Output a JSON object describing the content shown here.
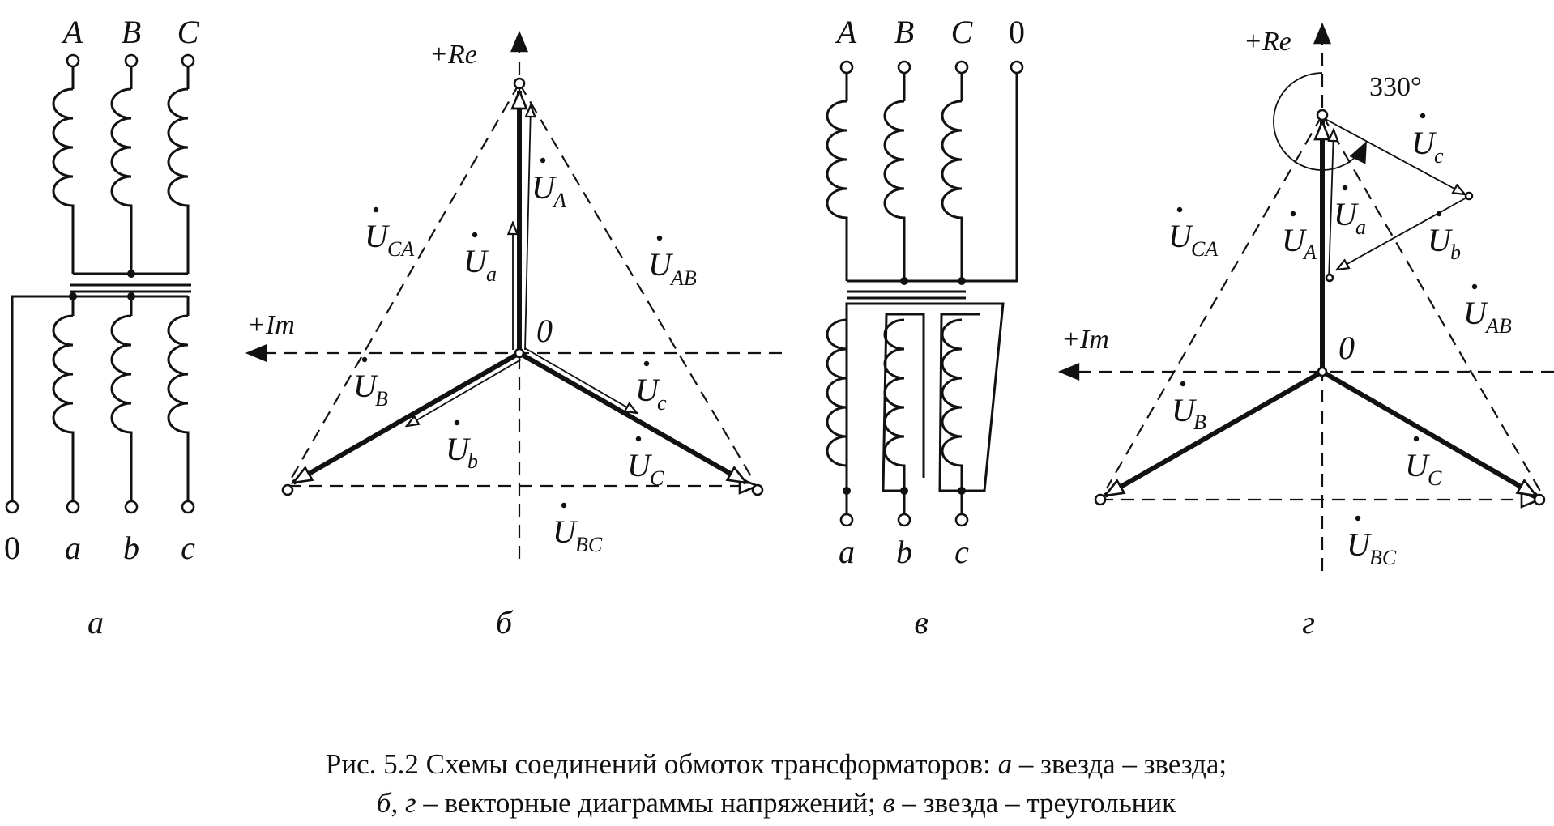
{
  "panels": {
    "a": {
      "terminals_top": [
        "A",
        "B",
        "C"
      ],
      "terminals_bottom": [
        "0",
        "a",
        "b",
        "c"
      ],
      "panel_label": "а"
    },
    "b": {
      "axis_re": "+Re",
      "axis_im": "+Im",
      "origin": "0",
      "vec_A": {
        "main": "U",
        "sub": "A"
      },
      "vec_B": {
        "main": "U",
        "sub": "B"
      },
      "vec_C": {
        "main": "U",
        "sub": "C"
      },
      "vec_a": {
        "main": "U",
        "sub": "a"
      },
      "vec_b": {
        "main": "U",
        "sub": "b"
      },
      "vec_c": {
        "main": "U",
        "sub": "c"
      },
      "vec_AB": {
        "main": "U",
        "sub": "AB"
      },
      "vec_BC": {
        "main": "U",
        "sub": "BC"
      },
      "vec_CA": {
        "main": "U",
        "sub": "CA"
      },
      "panel_label": "б"
    },
    "v": {
      "terminals_top": [
        "A",
        "B",
        "C",
        "0"
      ],
      "terminals_bottom": [
        "a",
        "b",
        "c"
      ],
      "panel_label": "в"
    },
    "g": {
      "axis_re": "+Re",
      "axis_im": "+Im",
      "origin": "0",
      "angle": "330°",
      "vec_A": {
        "main": "U",
        "sub": "A"
      },
      "vec_B": {
        "main": "U",
        "sub": "B"
      },
      "vec_C": {
        "main": "U",
        "sub": "C"
      },
      "vec_a": {
        "main": "U",
        "sub": "a"
      },
      "vec_b": {
        "main": "U",
        "sub": "b"
      },
      "vec_c": {
        "main": "U",
        "sub": "c"
      },
      "vec_AB": {
        "main": "U",
        "sub": "AB"
      },
      "vec_BC": {
        "main": "U",
        "sub": "BC"
      },
      "vec_CA": {
        "main": "U",
        "sub": "CA"
      },
      "panel_label": "г"
    }
  },
  "caption": {
    "line1_prefix": "Рис. 5.2 Схемы соединений обмоток трансформаторов: ",
    "line1_a": "а",
    "line1_rest": " – звезда – звезда;",
    "line2_b": "б",
    "line2_sep": ", ",
    "line2_g": "г",
    "line2_mid": " – векторные диаграммы напряжений; ",
    "line2_v": "в",
    "line2_rest": " – звезда – треугольник"
  }
}
